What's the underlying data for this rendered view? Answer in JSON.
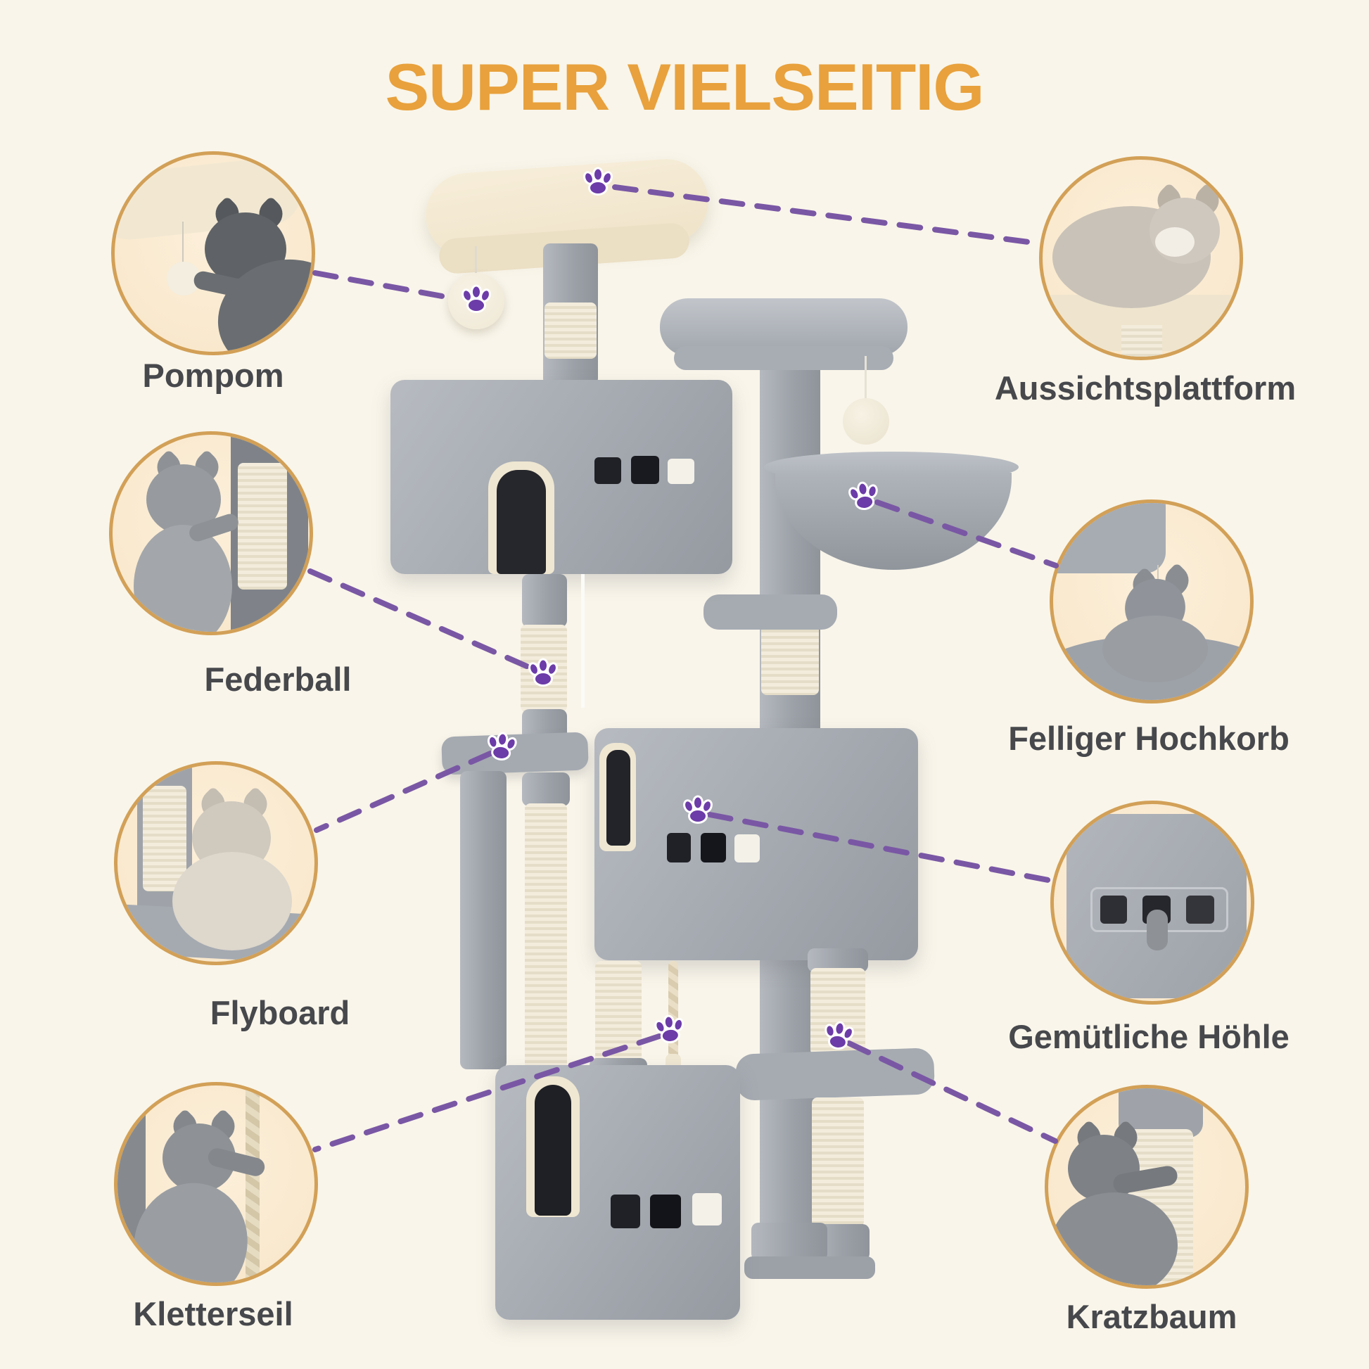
{
  "title": "SUPER VIELSEITIG",
  "callouts": {
    "left": [
      {
        "label": "Pompom"
      },
      {
        "label": "Federball"
      },
      {
        "label": "Flyboard"
      },
      {
        "label": "Kletterseil"
      }
    ],
    "right": [
      {
        "label": "Aussichtsplattform"
      },
      {
        "label": "Felliger Hochkorb"
      },
      {
        "label": "Gemütliche Höhle"
      },
      {
        "label": "Kratzbaum"
      }
    ]
  },
  "icons": {
    "paw": "paw-print-marker"
  },
  "colors": {
    "background": "#F9F5EA",
    "title": "#E8A13C",
    "circle_border": "#D2A057",
    "circle_fill": "#F8E6C8",
    "dashed_line": "#7A57A5",
    "paw": "#6C3CA8",
    "label": "#46484C",
    "tree_gray": "#A4A9B0",
    "sisal": "#F3ECDC",
    "perch_beige": "#F6EDD8"
  }
}
